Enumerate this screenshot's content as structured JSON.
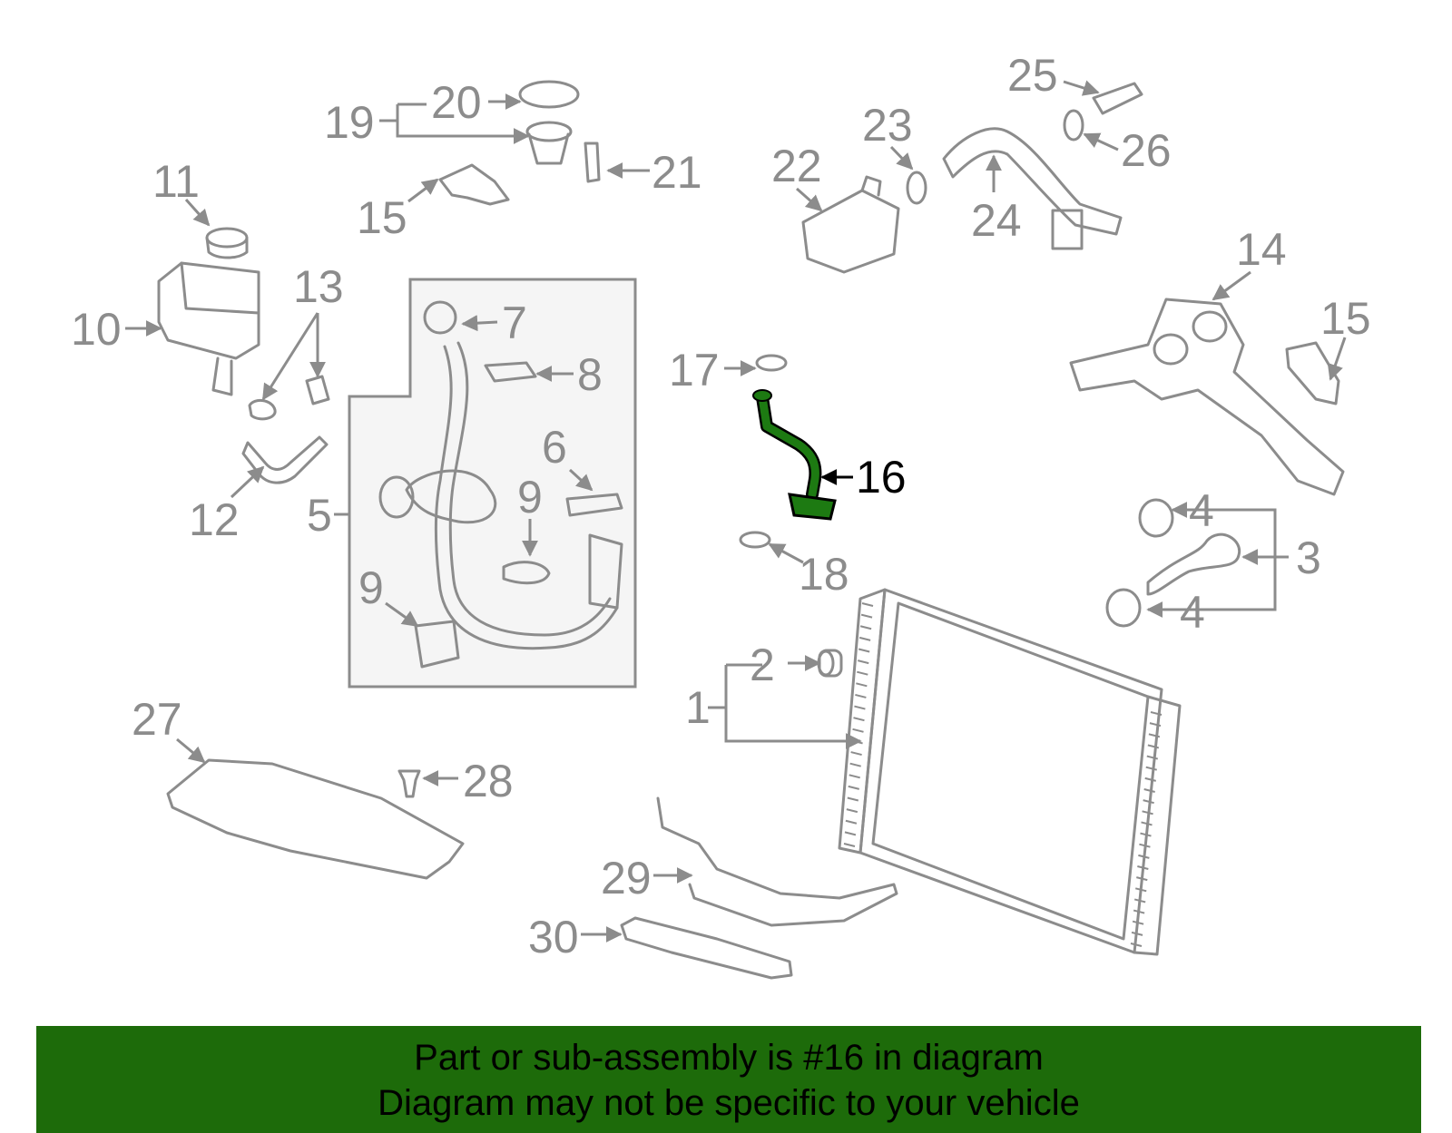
{
  "diagram": {
    "highlighted_part": "16",
    "callouts": [
      "1",
      "2",
      "3",
      "4",
      "4",
      "5",
      "6",
      "7",
      "8",
      "9",
      "9",
      "10",
      "11",
      "12",
      "13",
      "14",
      "15",
      "15",
      "16",
      "17",
      "18",
      "19",
      "20",
      "21",
      "22",
      "23",
      "24",
      "25",
      "26",
      "27",
      "28",
      "29",
      "30"
    ]
  },
  "footer": {
    "line1": "Part or sub-assembly is #16 in diagram",
    "line2": "Diagram may not be specific to your vehicle"
  },
  "colors": {
    "highlight": "#1d7a12",
    "banner": "#1d6b0a",
    "line_art": "#8c8c8c"
  }
}
